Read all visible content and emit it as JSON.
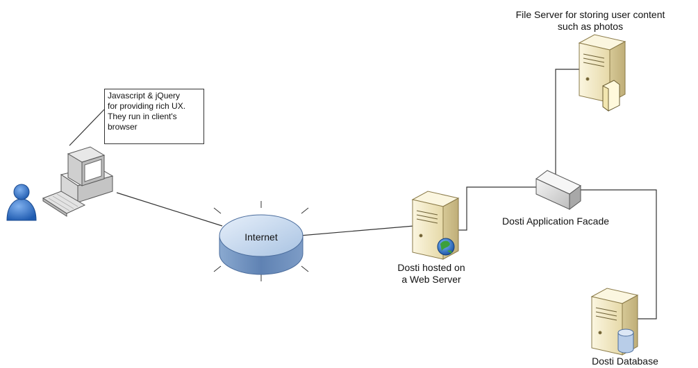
{
  "nodes": {
    "file_server": {
      "label_lines": [
        "File Server for storing user content",
        "such as photos"
      ],
      "icon": "file-server-icon"
    },
    "client": {
      "icon": "client-computer-icon",
      "user_icon": "user-icon"
    },
    "callout": {
      "lines": [
        "Javascript & jQuery",
        "for providing rich UX.",
        "They run in client's",
        "browser"
      ]
    },
    "internet": {
      "label": "Internet",
      "icon": "internet-cloud-icon"
    },
    "web_server": {
      "label_lines": [
        "Dosti hosted on",
        "a Web Server"
      ],
      "icon": "web-server-icon"
    },
    "facade": {
      "label": "Dosti Application Facade",
      "icon": "application-facade-icon"
    },
    "database": {
      "label": "Dosti Database",
      "icon": "database-server-icon"
    }
  },
  "edges": [
    {
      "from": "client",
      "to": "internet"
    },
    {
      "from": "internet",
      "to": "web_server"
    },
    {
      "from": "web_server",
      "to": "facade"
    },
    {
      "from": "facade",
      "to": "file_server"
    },
    {
      "from": "facade",
      "to": "database"
    },
    {
      "from": "callout",
      "to": "client"
    }
  ],
  "colors": {
    "line": "#333333",
    "server_body": "#f3ebc9",
    "server_shade": "#d7c99a",
    "internet_top": "#c7d9ee",
    "internet_side": "#6f92be",
    "user": "#2f6fc2",
    "facade": "#dcdcdc"
  }
}
